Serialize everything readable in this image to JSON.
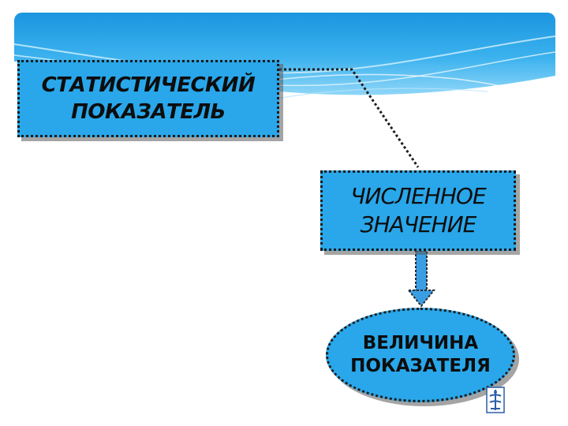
{
  "diagram": {
    "node_statistical": {
      "line1": "СТАТИСТИЧЕСКИЙ",
      "line2": "ПОКАЗАТЕЛЬ"
    },
    "node_numeric": {
      "line1": "ЧИСЛЕННОЕ",
      "line2": "ЗНАЧЕНИЕ"
    },
    "node_value": {
      "line1": "ВЕЛИЧИНА",
      "line2": "ПОКАЗАТЕЛЯ"
    }
  },
  "colors": {
    "box_fill": "#29a7ea",
    "border": "#1c1c1c",
    "header_blue": "#1f9be6",
    "header_light": "#7fd0f7"
  },
  "icons": [
    "university-logo-icon"
  ]
}
